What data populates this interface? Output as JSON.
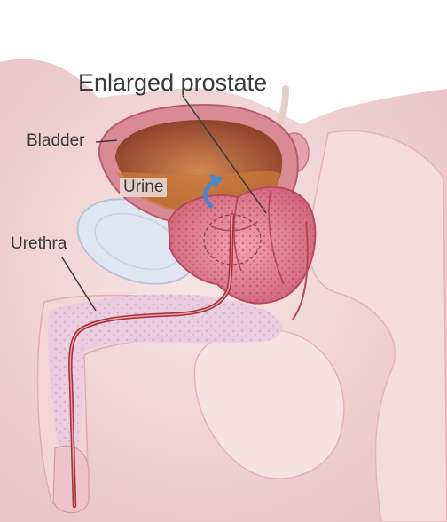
{
  "labels": {
    "title": "Enlarged prostate",
    "bladder": "Bladder",
    "urine": "Urine",
    "urethra": "Urethra"
  },
  "colors": {
    "skin": "#f2d6d6",
    "skin_shadow": "#e2b6b8",
    "bladder_wall": "#d98a95",
    "bladder_inner": "#9c4a2e",
    "urine": "#c97a3a",
    "prostate": "#e58a99",
    "prostate_dark": "#b9485e",
    "urethra_line": "#a5333c",
    "bone": "#dfe6f2",
    "flow_arrow": "#4a86c8",
    "leader_line": "#3a3a3a"
  }
}
